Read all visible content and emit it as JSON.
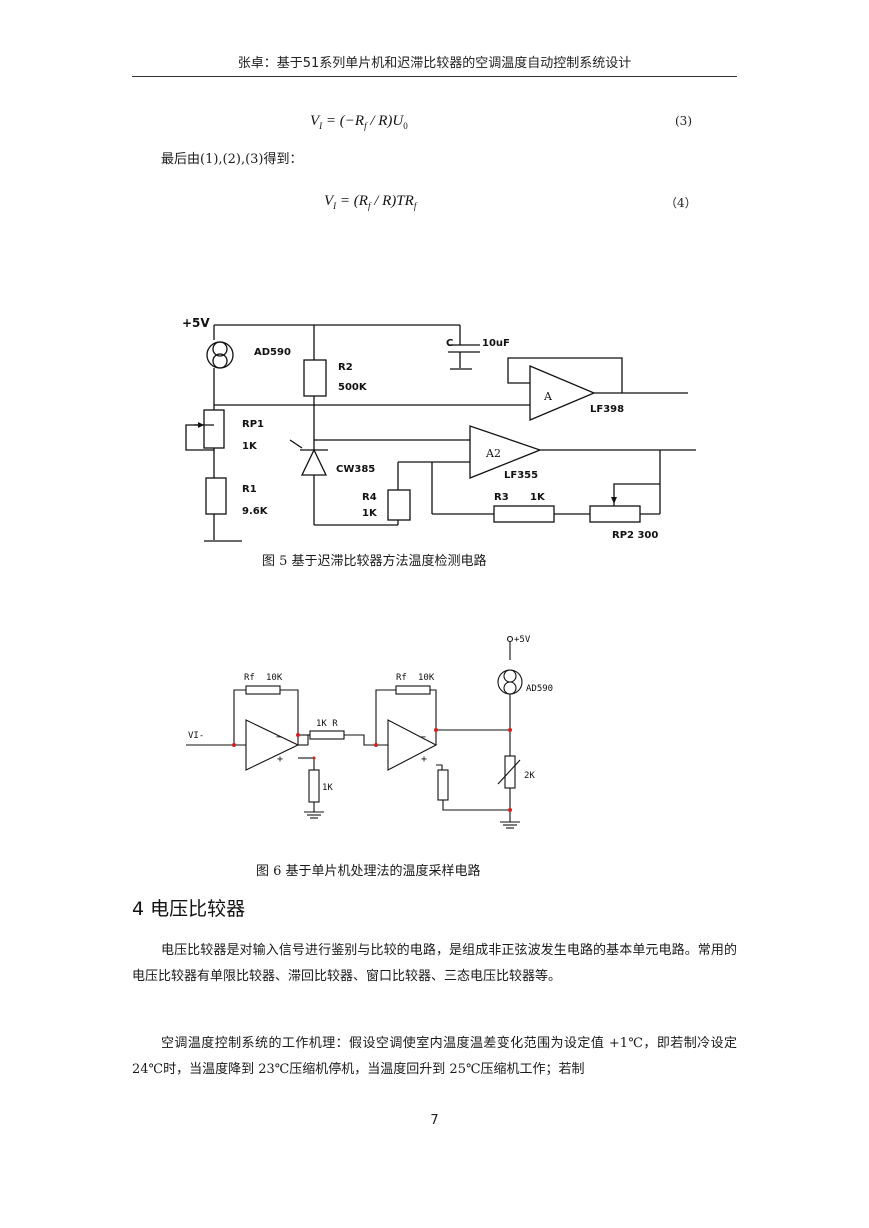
{
  "header": {
    "running_title": "张卓：基于51系列单片机和迟滞比较器的空调温度自动控制系统设计"
  },
  "equations": [
    {
      "text": "V_I = (−R_f / R)U_0",
      "number": "(3)"
    },
    {
      "text": "V_I = (R_f / R)TR_f",
      "number": "（4）"
    }
  ],
  "intro_sentence": "最后由(1),(2),(3)得到：",
  "figure5": {
    "caption": "图 5 基于迟滞比较器方法温度检测电路",
    "labels": {
      "supply": "+5V",
      "sensor": "AD590",
      "rp1": "RP1",
      "rp1_value": "1K",
      "r1": "R1",
      "r1_value": "9.6K",
      "r2": "R2",
      "r2_value": "500K",
      "cap": "C",
      "cap_value": "10uF",
      "amp_a": "A",
      "amp_a_part": "LF398",
      "amp_a2": "A2",
      "amp_a2_part": "LF355",
      "zener": "CW385",
      "r4": "R4",
      "r4_value": "1K",
      "r3": "R3",
      "r3_value": "1K",
      "rp2": "RP2 300"
    }
  },
  "figure6": {
    "caption": "图 6 基于单片机处理法的温度采样电路",
    "labels": {
      "supply": "+5V",
      "sensor": "AD590",
      "input": "VI-",
      "rf1": "Rf",
      "rf1_value": "10K",
      "rf2": "Rf",
      "rf2_value": "10K",
      "r_series": "1K R",
      "r_ground": "1K",
      "pot": "2K",
      "minus": "−",
      "plus": "+"
    }
  },
  "section": {
    "title": "4 电压比较器"
  },
  "paragraphs": [
    "电压比较器是对输入信号进行鉴别与比较的电路，是组成非正弦波发生电路的基本单元电路。常用的电压比较器有单限比较器、滞回比较器、窗口比较器、三态电压比较器等。",
    "空调温度控制系统的工作机理：假设空调使室内温度温差变化范围为设定值 +1℃，即若制冷设定 24℃时，当温度降到 23℃压缩机停机，当温度回升到 25℃压缩机工作；若制"
  ],
  "page_number": "7",
  "colors": {
    "text": "#1a1a1a",
    "junction_red": "#d42020"
  }
}
